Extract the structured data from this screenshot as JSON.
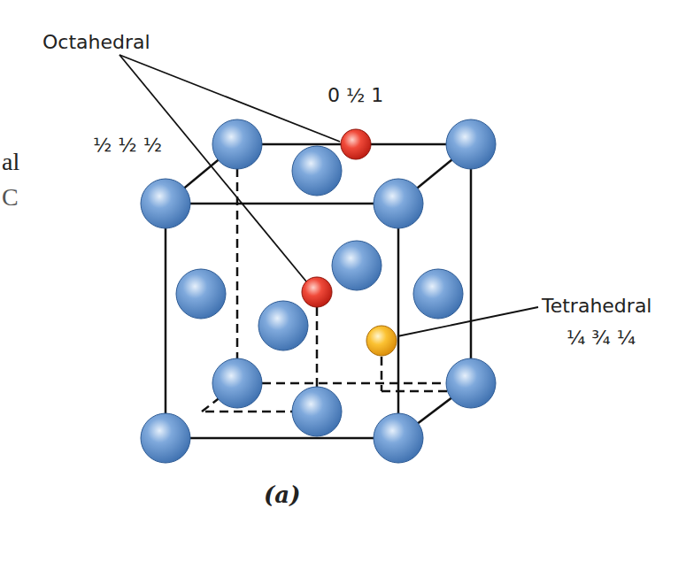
{
  "diagram": {
    "labels": [
      "Octahedral",
      "0 ½ 1",
      "½ ½ ½",
      "Tetrahedral",
      "¼ ¾ ¼",
      "(a)",
      "al",
      "C"
    ]
  }
}
